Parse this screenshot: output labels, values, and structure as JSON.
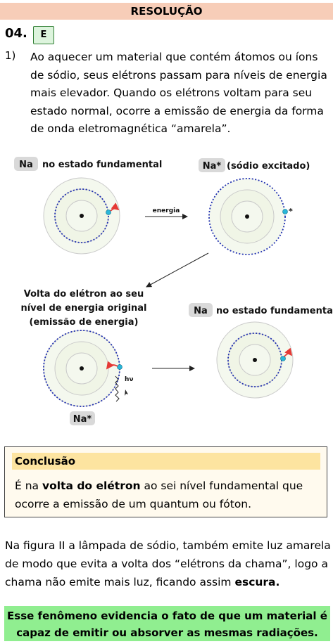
{
  "header": {
    "title": "RESOLUÇÃO"
  },
  "question": {
    "number": "04.",
    "answer": "E"
  },
  "item": {
    "number": "1)",
    "text": "Ao aquecer um material que contém átomos ou íons de sódio, seus elétrons passam para níveis de energia mais elevador. Quando os elétrons voltam para seu estado normal, ocorre a emissão de energia da forma de onda eletromagnética “amarela”."
  },
  "diagram": {
    "label_fundamental_1_badge": "Na",
    "label_fundamental_1_text": "no estado fundamental",
    "label_excited_badge": "Na*",
    "label_excited_text": "(sódio excitado)",
    "arrow_energy_label": "energia",
    "excited_star": "*",
    "return_label_line1": "Volta do elétron ao seu",
    "return_label_line2": "nível de energia original",
    "return_label_line3": "(emissão de energia)",
    "photon_label": "hν",
    "bottom_badge": "Na*",
    "label_fundamental_2_badge": "Na",
    "label_fundamental_2_text": "no estado fundamental"
  },
  "conclusion": {
    "title": "Conclusão",
    "text_pre": "É na ",
    "text_bold": "volta do elétron",
    "text_post": " ao sei nível fundamental que ocorre a emissão de um quantum ou fóton."
  },
  "paragraph": {
    "text_pre": "Na figura II a lâmpada de sódio, também emite luz amarela de modo que evita a volta dos “elétrons da chama”, logo a chama não emite mais luz, ficando assim ",
    "text_bold": "escura."
  },
  "highlight": {
    "line1": "Esse fenômeno evidencia o fato de que um material é",
    "line2": "capaz de emitir ou absorver as mesmas radiações."
  },
  "colors": {
    "header_bg": "#f7cdb8",
    "answer_bg": "#ddf4dd",
    "conclusion_title_bg": "#fde4a0",
    "highlight_bg": "#90ee90",
    "orbit_dotted": "#1f2fb0",
    "electron": "#29b6d8",
    "transition_arrow": "#e53935"
  }
}
